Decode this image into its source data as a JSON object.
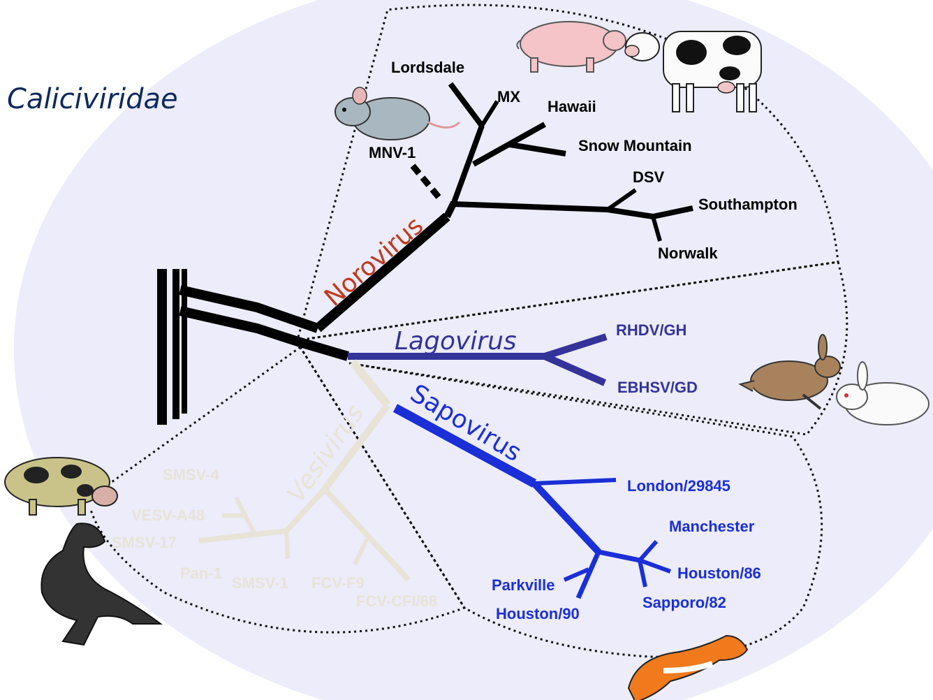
{
  "title": "Caliciviridae",
  "colors": {
    "background_ellipse": "#ececfb",
    "norovirus_branch": "#000000",
    "norovirus_label": "#c0391c",
    "lagovirus": "#333399",
    "sapovirus": "#1a2fd6",
    "vesivirus": "#e8e3d6"
  },
  "genera": {
    "norovirus": {
      "name": "Norovirus",
      "strains": [
        "Lordsdale",
        "MX",
        "Hawaii",
        "Snow Mountain",
        "MNV-1",
        "DSV",
        "Southampton",
        "Norwalk"
      ]
    },
    "lagovirus": {
      "name": "Lagovirus",
      "strains": [
        "RHDV/GH",
        "EBHSV/GD"
      ]
    },
    "sapovirus": {
      "name": "Sapovirus",
      "strains": [
        "London/29845",
        "Manchester",
        "Houston/86",
        "Sapporo/82",
        "Parkville",
        "Houston/90"
      ]
    },
    "vesivirus": {
      "name": "Vesivirus",
      "strains": [
        "SMSV-4",
        "VESV-A48",
        "SMSV-17",
        "Pan-1",
        "SMSV-1",
        "FCV-F9",
        "FCV-CFI/68"
      ]
    }
  },
  "host_icons": [
    "pig-icon",
    "cow-icon",
    "mouse-icon",
    "hare-icon",
    "rabbit-icon",
    "spotted-pig-icon",
    "sea-lion-icon",
    "mink-icon"
  ]
}
